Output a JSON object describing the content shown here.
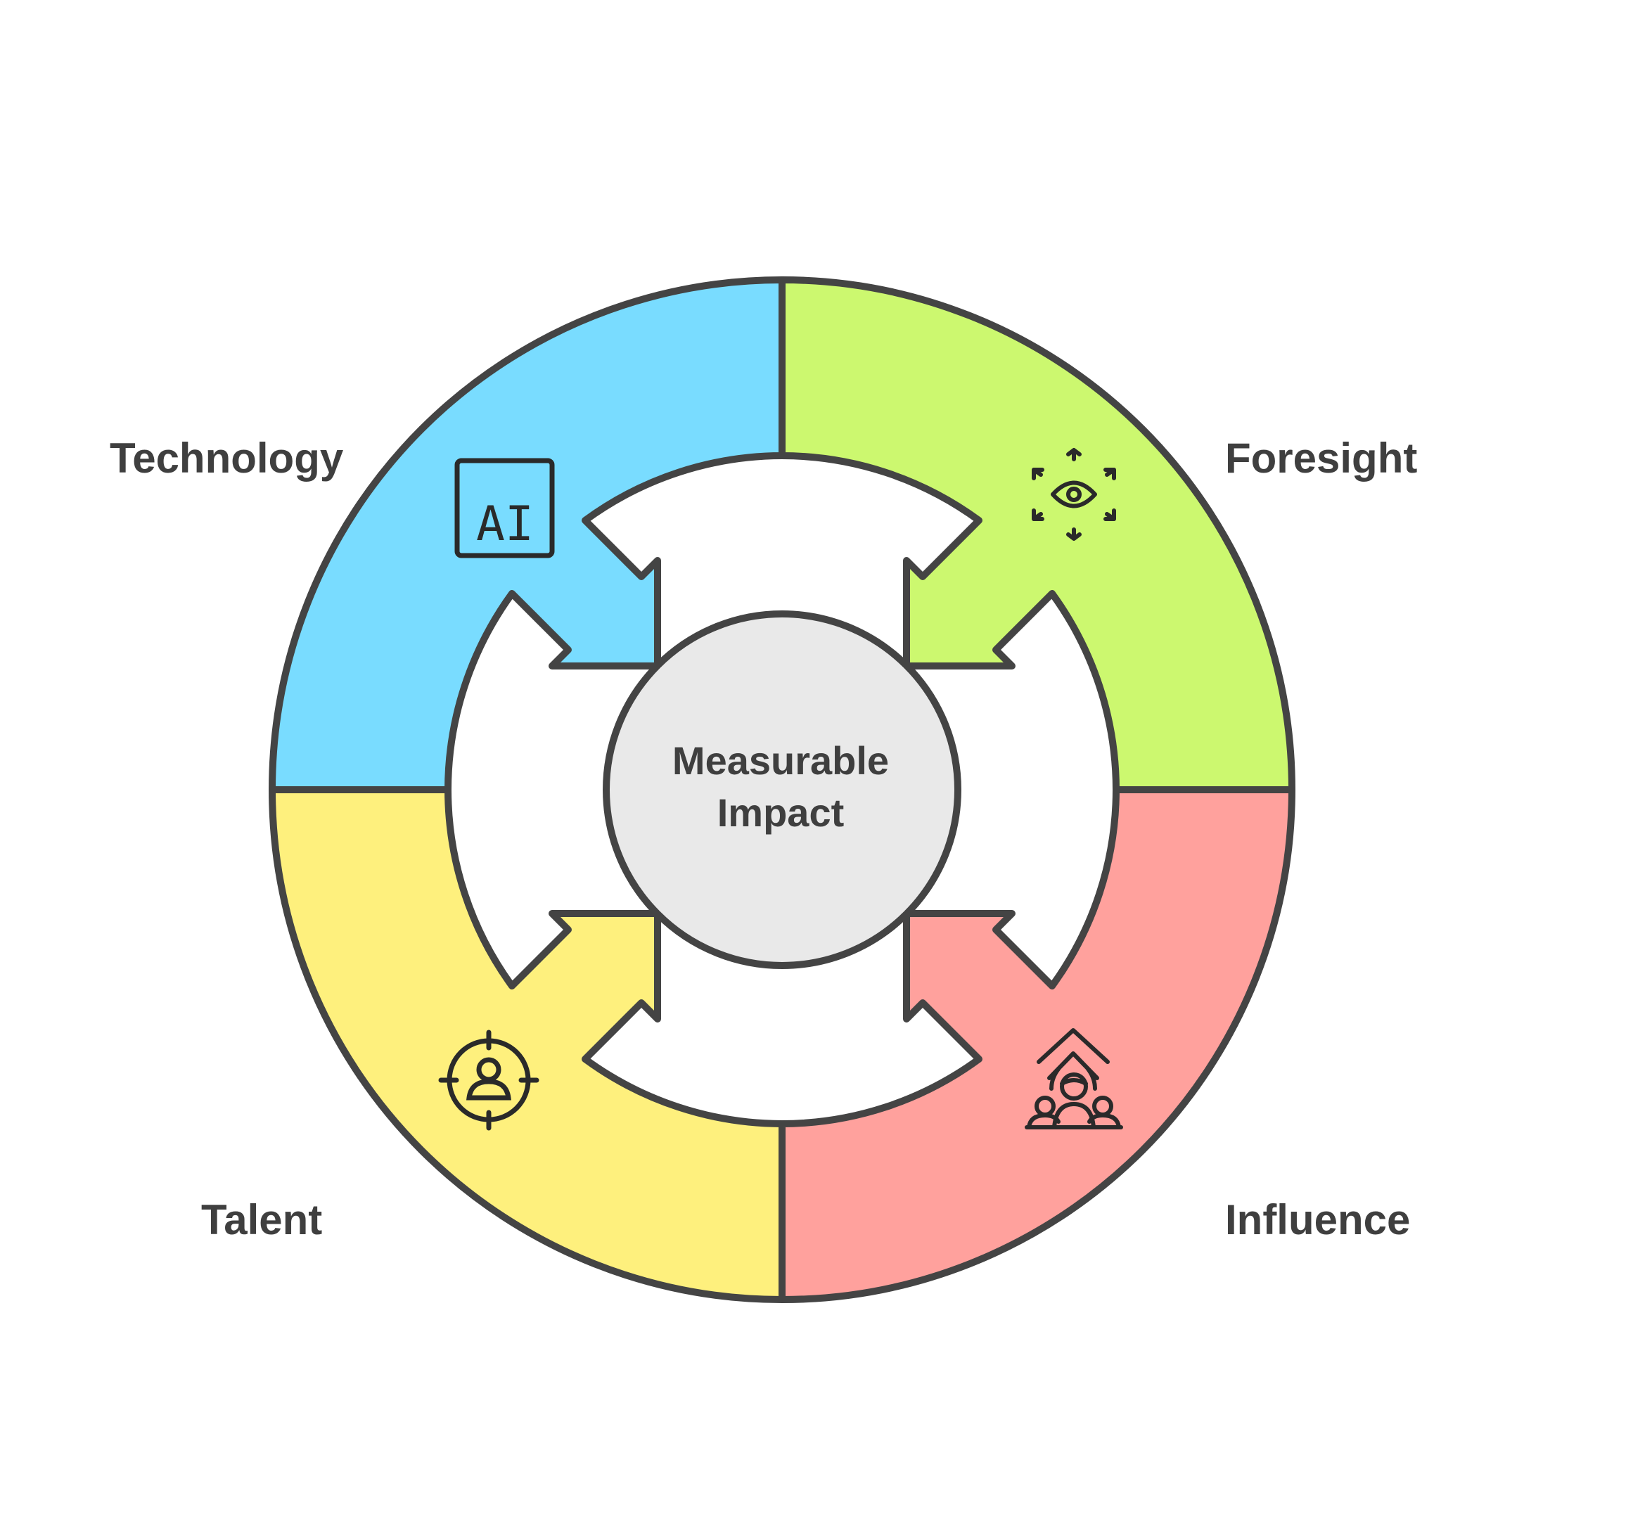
{
  "diagram": {
    "center": {
      "line1": "Measurable",
      "line2": "Impact",
      "fill": "#e9e9e9"
    },
    "segments": [
      {
        "id": "technology",
        "label": "Technology",
        "color": "#79dcff",
        "icon": "ai-chip-icon",
        "icon_text": "AI"
      },
      {
        "id": "foresight",
        "label": "Foresight",
        "color": "#ccf86f",
        "icon": "eye-focus-icon"
      },
      {
        "id": "talent",
        "label": "Talent",
        "color": "#fef07d",
        "icon": "person-target-icon"
      },
      {
        "id": "influence",
        "label": "Influence",
        "color": "#ffa19d",
        "icon": "group-growth-icon"
      }
    ],
    "stroke_color": "#444444"
  }
}
